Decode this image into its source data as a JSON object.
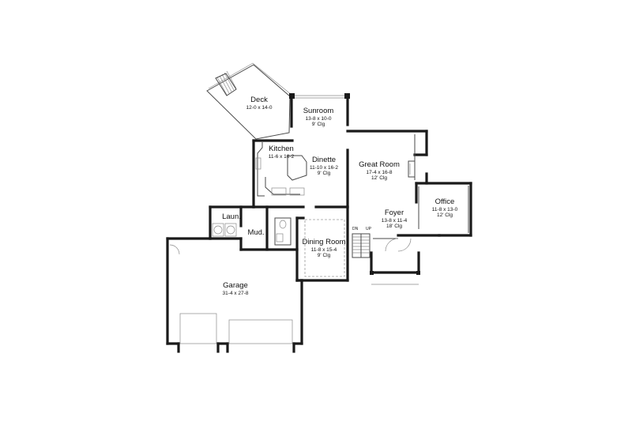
{
  "rooms": {
    "deck": {
      "name": "Deck",
      "dims": "12-0 x 14-0",
      "ceiling": ""
    },
    "sunroom": {
      "name": "Sunroom",
      "dims": "13-8 x 10-0",
      "ceiling": "9' Clg"
    },
    "kitchen": {
      "name": "Kitchen",
      "dims": "11-6 x 16-2",
      "ceiling": ""
    },
    "dinette": {
      "name": "Dinette",
      "dims": "11-10 x 16-2",
      "ceiling": "9' Clg"
    },
    "great_room": {
      "name": "Great Room",
      "dims": "17-4 x 16-8",
      "ceiling": "12' Clg"
    },
    "office": {
      "name": "Office",
      "dims": "11-8 x 13-0",
      "ceiling": "12' Clg"
    },
    "foyer": {
      "name": "Foyer",
      "dims": "13-8 x 11-4",
      "ceiling": "18' Clg"
    },
    "laundry": {
      "name": "Laun."
    },
    "mud": {
      "name": "Mud."
    },
    "dining_room": {
      "name": "Dining Room",
      "dims": "11-8 x 15-4",
      "ceiling": "9' Clg"
    },
    "garage": {
      "name": "Garage",
      "dims": "31-4 x 27-8",
      "ceiling": ""
    }
  },
  "stairs": {
    "down": "DN",
    "up": "UP"
  },
  "colors": {
    "wall": "#1a1a1a",
    "background": "#ffffff",
    "fixture": "#8a8a8a"
  }
}
